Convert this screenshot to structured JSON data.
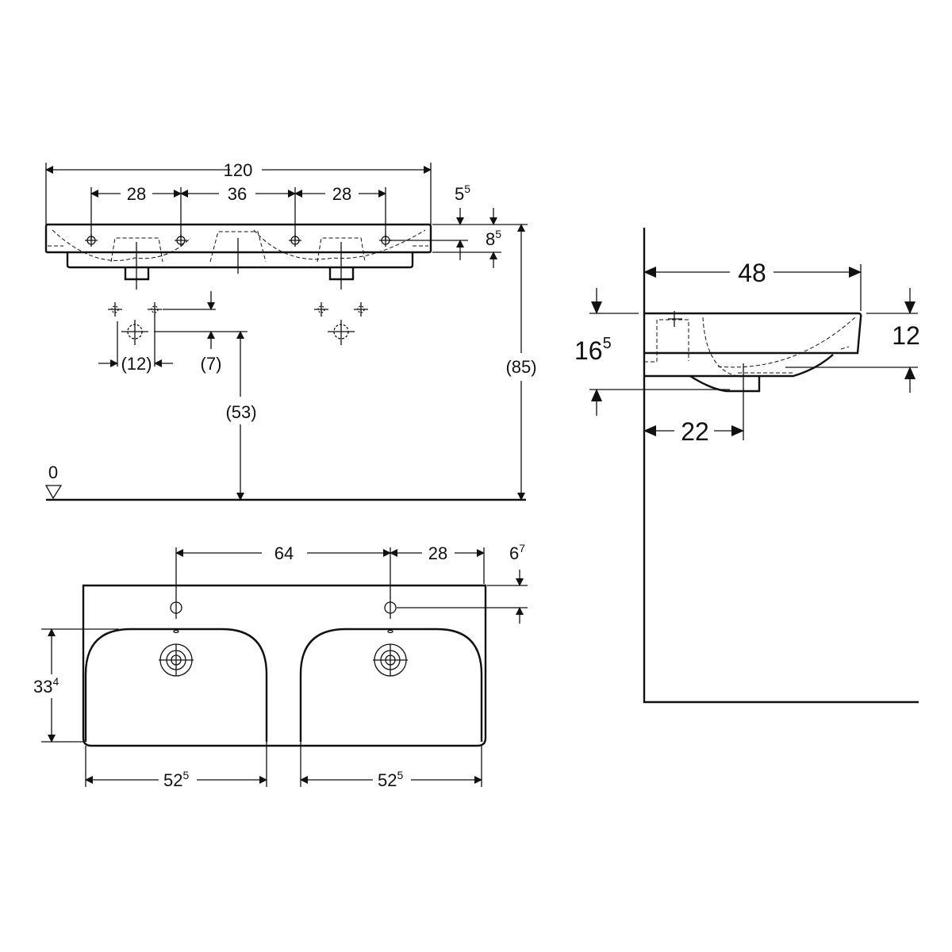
{
  "front_view": {
    "overall_width": "120",
    "tap_spacing_left": "28",
    "tap_spacing_middle": "36",
    "tap_spacing_right": "28",
    "tap_offset": {
      "main": "5",
      "sup": "5"
    },
    "rim_height": {
      "main": "8",
      "sup": "5"
    },
    "hole_spacing": "(12)",
    "hole_offset": "(7)",
    "drain_height": "(53)",
    "total_height": "(85)",
    "floor_level": "0"
  },
  "side_view": {
    "depth": "48",
    "overall_height": {
      "main": "16",
      "sup": "5"
    },
    "basin_height": "12",
    "drain_distance": "22"
  },
  "top_view": {
    "tap_hole_spacing": "64",
    "tap_to_edge": "28",
    "tap_from_back": {
      "main": "6",
      "sup": "7"
    },
    "bowl_depth": {
      "main": "33",
      "sup": "4"
    },
    "bowl_width_left": {
      "main": "52",
      "sup": "5"
    },
    "bowl_width_right": {
      "main": "52",
      "sup": "5"
    }
  }
}
